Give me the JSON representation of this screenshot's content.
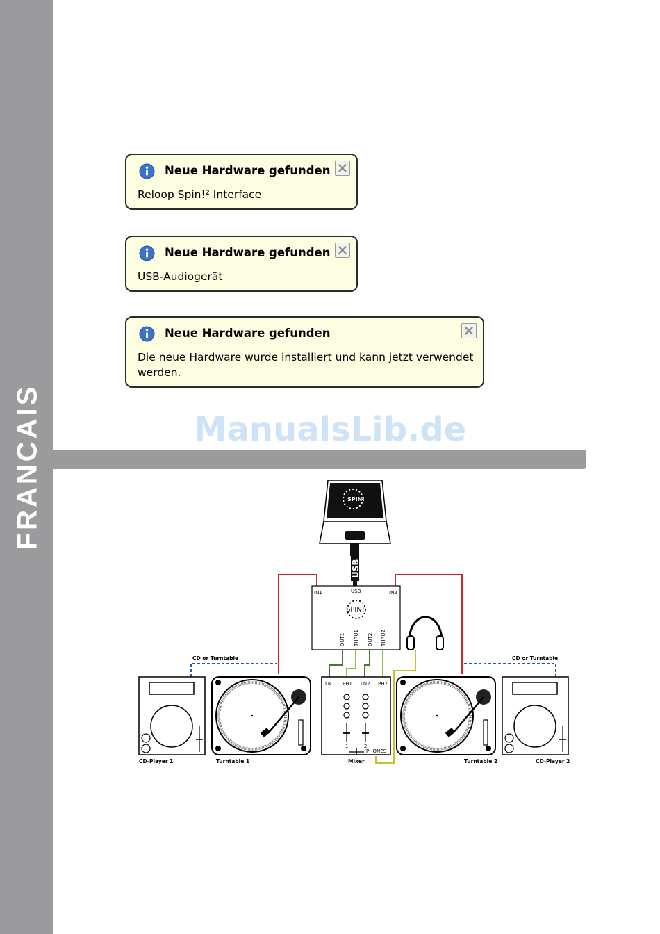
{
  "sidebar": {
    "language": "FRANCAIS"
  },
  "balloons": [
    {
      "title": "Neue Hardware gefunden",
      "body": "Reloop Spin!² Interface"
    },
    {
      "title": "Neue Hardware gefunden",
      "body": "USB-Audiogerät"
    },
    {
      "title": "Neue Hardware gefunden",
      "body_line1": "Die neue Hardware wurde installiert und kann jetzt verwendet",
      "body_line2": "werden."
    }
  ],
  "watermark": "ManualsLib.de",
  "diagram": {
    "interface": {
      "usb": "USB",
      "in1": "IN1",
      "in2": "IN2",
      "out1": "OUT1",
      "thru1": "THRU1",
      "out2": "OUT2",
      "thru2": "THRU2"
    },
    "cable_label": "USB",
    "mixer": {
      "ln1": "LN1",
      "ph1": "PH1",
      "ln2": "LN2",
      "ph2": "PH2",
      "phones": "PHONES",
      "ch1": "1",
      "ch2": "2"
    },
    "source_left": "CD or Turntable",
    "source_right": "CD or Turntable",
    "captions": {
      "cd_player_1": "CD-Player 1",
      "turntable_1": "Turntable 1",
      "mixer": "Mixer",
      "turntable_2": "Turntable 2",
      "cd_player_2": "CD-Player 2"
    },
    "colors": {
      "red": "#c8262b",
      "green_dark": "#3f7d2a",
      "green_light": "#8cc63f",
      "yellow": "#c9c12a",
      "blue": "#2b57a8"
    }
  }
}
